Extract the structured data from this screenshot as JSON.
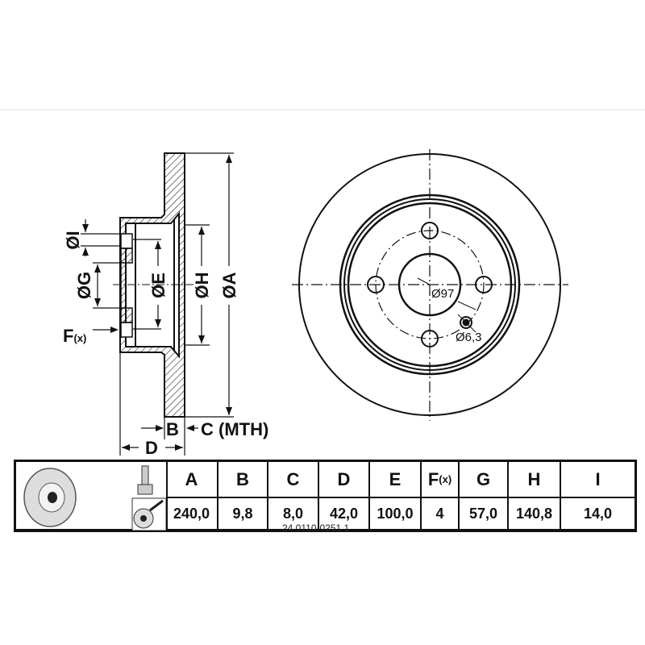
{
  "drawing": {
    "side_labels": {
      "I": "ØI",
      "G": "ØG",
      "E": "ØE",
      "H": "ØH",
      "A": "ØA",
      "F": "F",
      "F_sub": "(x)",
      "B": "B",
      "C": "C (MTH)",
      "D": "D"
    },
    "front_labels": {
      "center_bore": "Ø97",
      "small_hole": "Ø6,3"
    }
  },
  "table": {
    "headers": [
      "A",
      "B",
      "C",
      "D",
      "E",
      "F",
      "G",
      "H",
      "I"
    ],
    "f_sub": "(x)",
    "values": [
      "240,0",
      "9,8",
      "8,0",
      "42,0",
      "100,0",
      "4",
      "57,0",
      "140,8",
      "14,0"
    ],
    "part_number": "24.0110-0251.1",
    "icons": [
      "brake-disc-thumbnail",
      "bolt-icon",
      "disc-screw-icon"
    ]
  }
}
